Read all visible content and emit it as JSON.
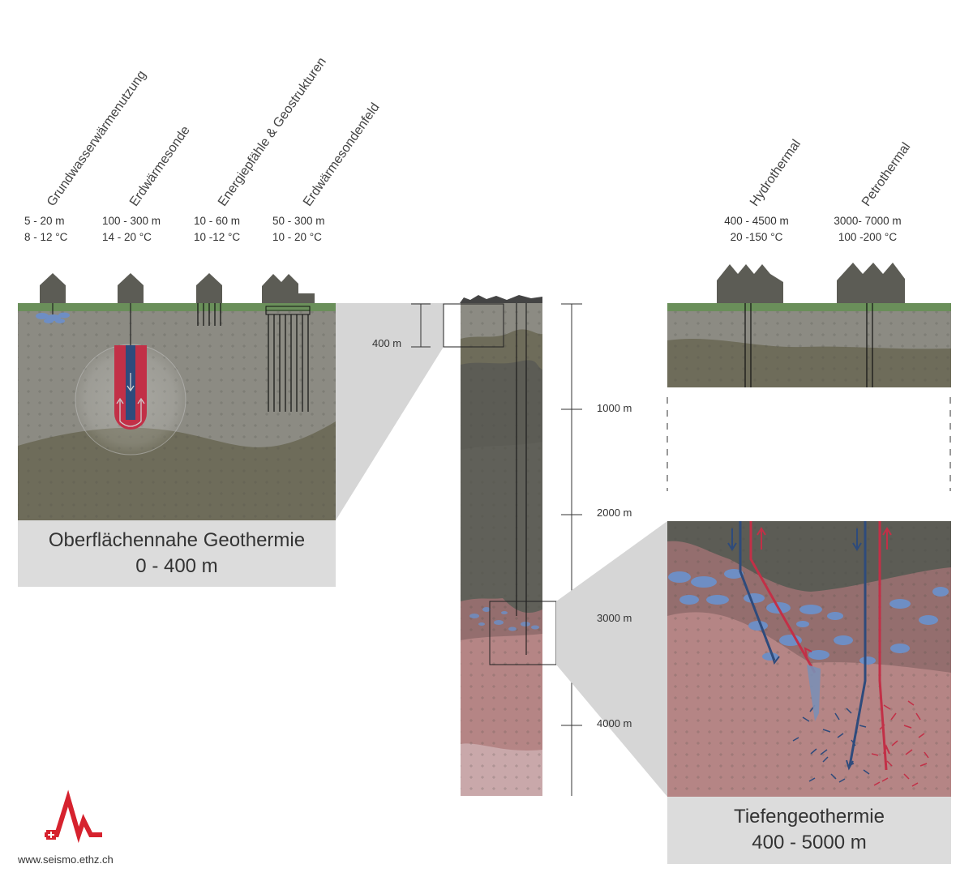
{
  "methods_near": [
    {
      "title": "Grundwasserwärmenutzung",
      "depth": "5 - 20 m",
      "temp": "8 - 12 °C"
    },
    {
      "title": "Erdwärmesonde",
      "depth": "100 - 300 m",
      "temp": "14 - 20 °C"
    },
    {
      "title": "Energiepfähle & Geostrukturen",
      "depth": "10 - 60 m",
      "temp": "10 -12 °C"
    },
    {
      "title": "Erdwärmesondenfeld",
      "depth": "50 - 300 m",
      "temp": "10 - 20 °C"
    }
  ],
  "methods_deep": [
    {
      "title": "Hydrothermal",
      "depth": "400 - 4500 m",
      "temp": "20 -150 °C"
    },
    {
      "title": "Petrothermal",
      "depth": "3000- 7000 m",
      "temp": "100 -200 °C"
    }
  ],
  "scale": {
    "left_label": "400 m",
    "ticks": [
      "1000 m",
      "2000 m",
      "3000 m",
      "4000 m"
    ]
  },
  "captions": {
    "near": {
      "line1": "Oberflächennahe Geothermie",
      "line2": "0 - 400 m"
    },
    "deep": {
      "line1": "Tiefengeothermie",
      "line2": "400 - 5000 m"
    }
  },
  "footer": {
    "url": "www.seismo.ethz.ch"
  },
  "colors": {
    "grass": "#6a8f5a",
    "soil_light": "#8b8a80",
    "soil_olive": "#6e6c5a",
    "rock_dark": "#5c5c55",
    "rock_red": "#b58585",
    "rock_red_light": "#c9a8aa",
    "water_blue": "#6e8ec4",
    "pipe_blue": "#2e4b7c",
    "pipe_red": "#c23047",
    "caption_bg": "#dcdcdc",
    "logo_red": "#d6222e"
  }
}
